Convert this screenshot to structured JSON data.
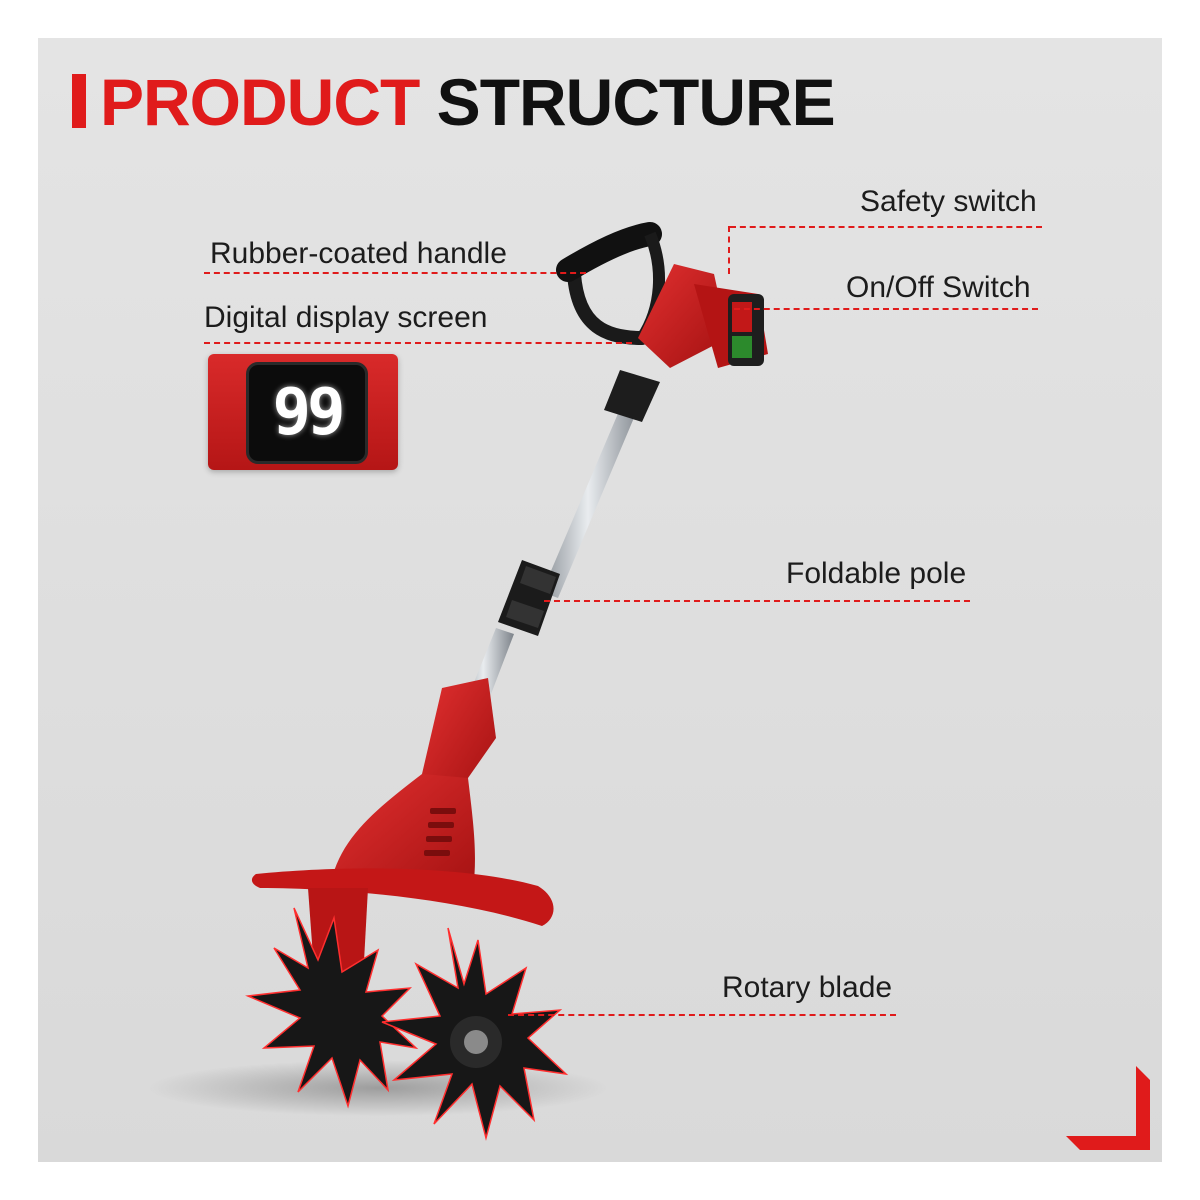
{
  "heading": {
    "word1": "PRODUCT",
    "word2": "STRUCTURE"
  },
  "labels": {
    "safety_switch": "Safety switch",
    "rubber_handle": "Rubber-coated handle",
    "on_off_switch": "On/Off Switch",
    "digital_display": "Digital display screen",
    "foldable_pole": "Foldable pole",
    "rotary_blade": "Rotary blade"
  },
  "display": {
    "value": "99"
  },
  "colors": {
    "accent": "#e01b1b",
    "product_red": "#c91a1a",
    "blade": "#1a1a1a",
    "pole": "#b9bec4"
  }
}
